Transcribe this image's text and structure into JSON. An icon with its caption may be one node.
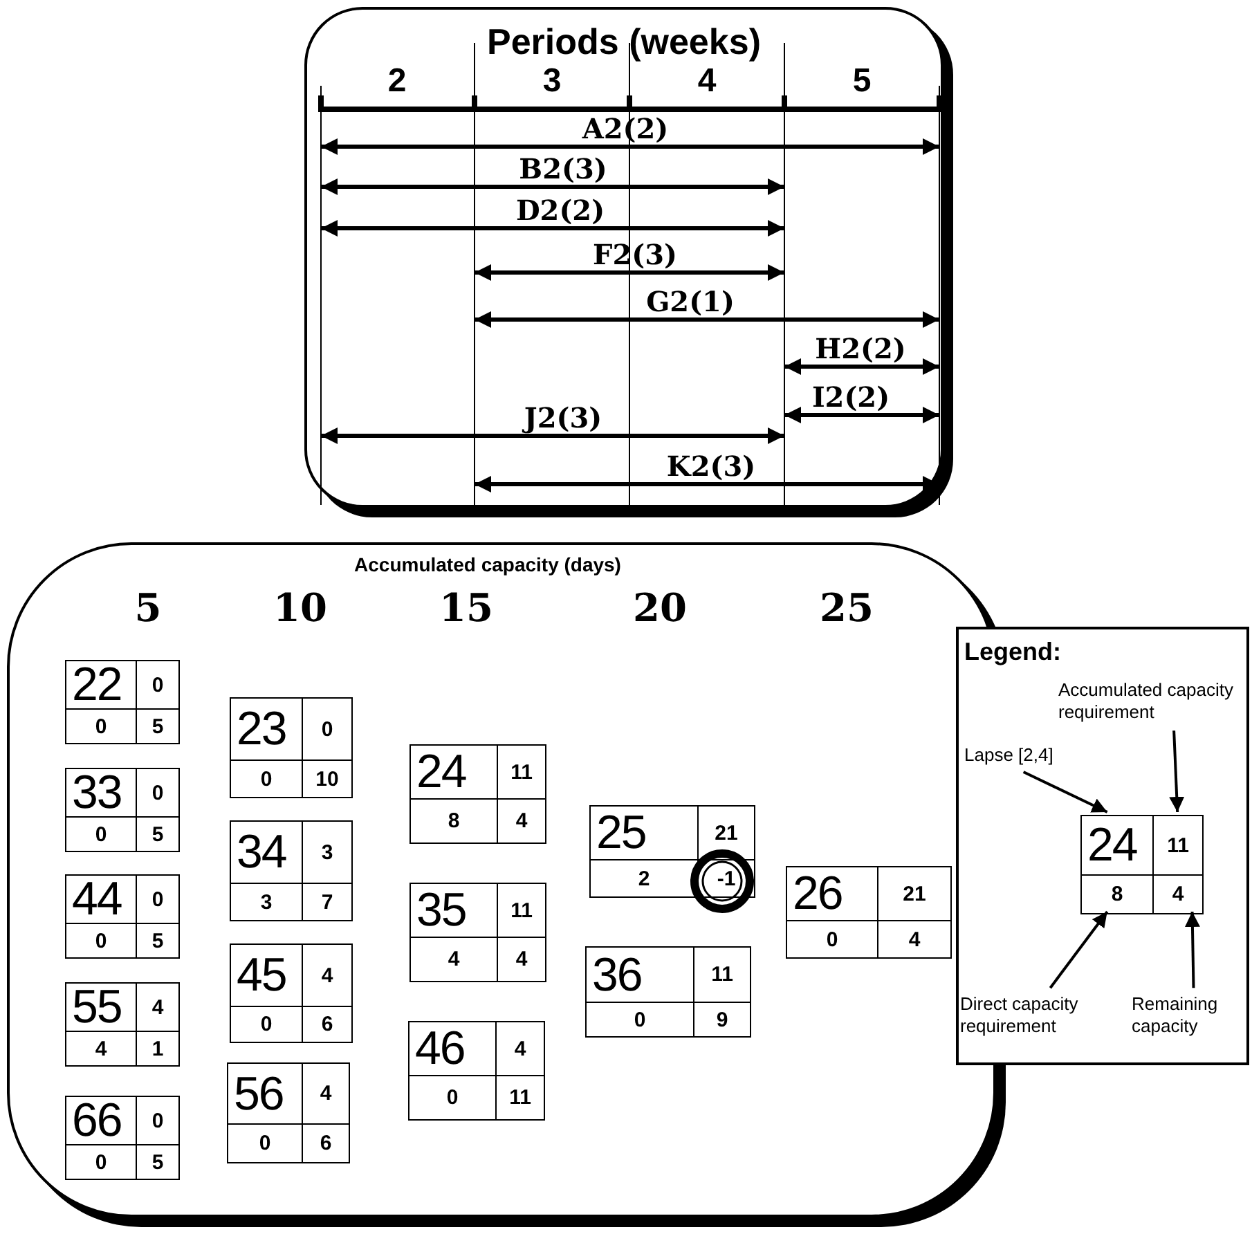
{
  "diagram": {
    "nodes": [
      {
        "text": [
          "Periods (weeks)"
        ]
      },
      {
        "text": [
          "Accumulated capacity (days)"
        ]
      },
      {
        "text": [
          "22",
          "0",
          "0",
          "5"
        ],
        "in": 1
      },
      {
        "text": [
          "33",
          "0",
          "0",
          "5"
        ],
        "in": 1
      },
      {
        "text": [
          "44",
          "0",
          "0",
          "5"
        ],
        "in": 1
      },
      {
        "text": [
          "55",
          "4",
          "4",
          "1"
        ],
        "in": 1
      },
      {
        "text": [
          "66",
          "0",
          "0",
          "5"
        ],
        "in": 1
      },
      {
        "text": [
          "23",
          "0",
          "0",
          "10"
        ],
        "in": 1
      },
      {
        "text": [
          "34",
          "3",
          "3",
          "7"
        ],
        "in": 1
      },
      {
        "text": [
          "45",
          "4",
          "0",
          "6"
        ],
        "in": 1
      },
      {
        "text": [
          "56",
          "4",
          "0",
          "6"
        ],
        "in": 1
      },
      {
        "text": [
          "24",
          "11",
          "8",
          "4"
        ],
        "in": 1
      },
      {
        "text": [
          "35",
          "11",
          "4",
          "4"
        ],
        "in": 1
      },
      {
        "text": [
          "46",
          "4",
          "0",
          "11"
        ],
        "in": 1
      },
      {
        "text": [
          "25",
          "21",
          "2",
          "-1"
        ],
        "in": 1
      },
      {
        "text": [
          "36",
          "11",
          "0",
          "9"
        ],
        "in": 1
      },
      {
        "text": [
          "26",
          "21",
          "0",
          "4"
        ],
        "in": 1
      },
      {
        "text": [
          "Legend:"
        ]
      },
      {
        "text": [
          "Accumulated capacity requirement"
        ],
        "in": 17
      },
      {
        "text": [
          "Lapse [2,4]"
        ],
        "in": 17
      },
      {
        "text": [
          "24",
          "11",
          "8",
          "4"
        ],
        "in": 17
      },
      {
        "text": [
          "Direct capacity requirement"
        ],
        "in": 17
      },
      {
        "text": [
          "Remaining capacity"
        ],
        "in": 17
      }
    ],
    "edges": [
      {
        "from": 18,
        "to": 20,
        "arrow": "to"
      },
      {
        "from": 19,
        "to": 20,
        "arrow": "to"
      },
      {
        "from": 21,
        "to": 20,
        "arrow": "to"
      },
      {
        "from": 22,
        "to": 20,
        "arrow": "to"
      }
    ],
    "labels": [
      "2",
      "3",
      "4",
      "5",
      "A2(2)",
      "B2(3)",
      "D2(2)",
      "F2(3)",
      "G2(1)",
      "H2(2)",
      "I2(2)",
      "J2(3)",
      "K2(3)",
      "5",
      "10",
      "15",
      "20",
      "25"
    ]
  }
}
